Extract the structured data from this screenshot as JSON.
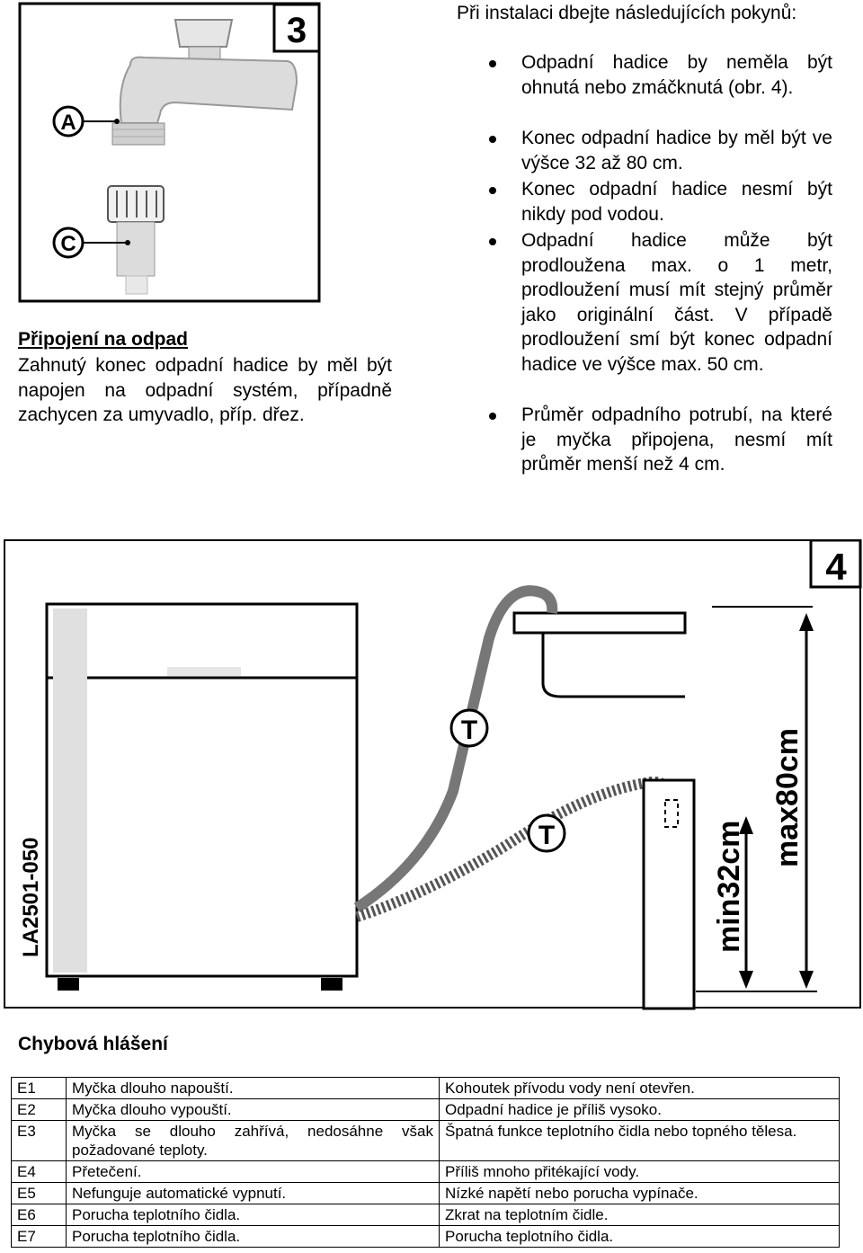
{
  "fig3": {
    "number": "3",
    "label_a": "A",
    "label_c": "C"
  },
  "drain": {
    "title": "Připojení na odpad",
    "text": "Zahnutý konec odpadní hadice by měl být napojen na odpadní systém, případně zachycen za umyvadlo, příp. dřez."
  },
  "instructions": {
    "intro": "Při instalaci dbejte následujících pokynů:",
    "items": [
      "Odpadní hadice by neměla být ohnutá nebo zmáčknutá (obr. 4).",
      "Konec odpadní hadice by měl být ve výšce 32 až 80 cm.",
      "Konec odpadní hadice nesmí být nikdy pod vodou.",
      "Odpadní hadice může být prodloužena max. o 1 metr, prodloužení musí mít stejný průměr jako originální část. V případě prodloužení smí být konec odpadní hadice ve výšce max. 50 cm.",
      "Průměr odpadního potrubí, na které je myčka připojena, nesmí mít průměr menší než 4 cm."
    ]
  },
  "fig4": {
    "number": "4",
    "code": "LA2501-050",
    "marker_t": "T",
    "min_label": "min32cm",
    "max_label": "max80cm"
  },
  "errors": {
    "title": "Chybová hlášení",
    "rows": [
      {
        "code": "E1",
        "desc": "Myčka dlouho napouští.",
        "cause": "Kohoutek přívodu vody není otevřen."
      },
      {
        "code": "E2",
        "desc": "Myčka dlouho vypouští.",
        "cause": "Odpadní hadice je příliš vysoko."
      },
      {
        "code": "E3",
        "desc": "Myčka se dlouho zahřívá, nedosáhne však požadované teploty.",
        "cause": "Špatná funkce teplotního čidla nebo topného tělesa."
      },
      {
        "code": "E4",
        "desc": "Přetečení.",
        "cause": "Příliš mnoho přitékající vody."
      },
      {
        "code": "E5",
        "desc": "Nefunguje automatické vypnutí.",
        "cause": "Nízké napětí nebo porucha vypínače."
      },
      {
        "code": "E6",
        "desc": "Porucha teplotního čidla.",
        "cause": "Zkrat na teplotním čidle."
      },
      {
        "code": "E7",
        "desc": "Porucha teplotního čidla.",
        "cause": "Porucha teplotního čidla."
      }
    ]
  }
}
